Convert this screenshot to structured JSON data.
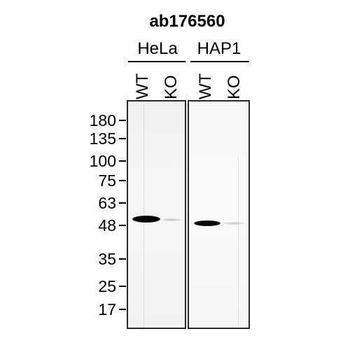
{
  "antibody": "ab176560",
  "cell_lines": [
    {
      "name": "HeLa",
      "lanes": [
        "WT",
        "KO"
      ]
    },
    {
      "name": "HAP1",
      "lanes": [
        "WT",
        "KO"
      ]
    }
  ],
  "markers": [
    {
      "label": "180",
      "kda": 180
    },
    {
      "label": "135",
      "kda": 135
    },
    {
      "label": "100",
      "kda": 100
    },
    {
      "label": "75",
      "kda": 75
    },
    {
      "label": "63",
      "kda": 63
    },
    {
      "label": "48",
      "kda": 48
    },
    {
      "label": "35",
      "kda": 35
    },
    {
      "label": "25",
      "kda": 25
    },
    {
      "label": "17",
      "kda": 17
    }
  ],
  "bands": [
    {
      "cell_line": "HeLa",
      "lane": "WT",
      "intensity": "strong"
    },
    {
      "cell_line": "HeLa",
      "lane": "KO",
      "intensity": "faint"
    },
    {
      "cell_line": "HAP1",
      "lane": "WT",
      "intensity": "strong"
    },
    {
      "cell_line": "HAP1",
      "lane": "KO",
      "intensity": "faint"
    }
  ]
}
